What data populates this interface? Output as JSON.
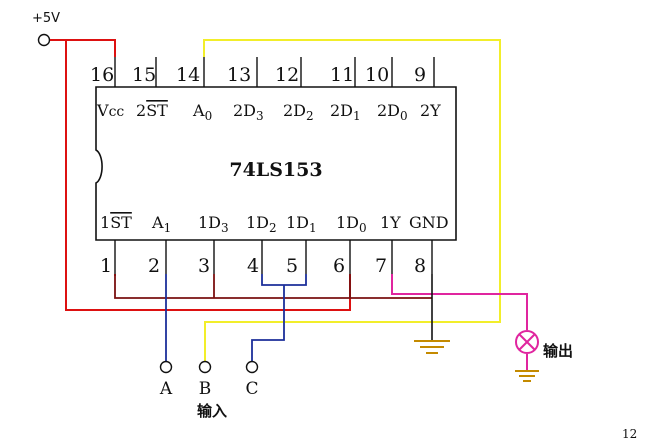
{
  "supply_label": "+5V",
  "chip": {
    "name": "74LS153",
    "top_pins": [
      {
        "num": "16",
        "name": "Vcc"
      },
      {
        "num": "15",
        "name": "2ST"
      },
      {
        "num": "14",
        "name": "A0"
      },
      {
        "num": "13",
        "name": "2D3"
      },
      {
        "num": "12",
        "name": "2D2"
      },
      {
        "num": "11",
        "name": "2D1"
      },
      {
        "num": "10",
        "name": "2D0"
      },
      {
        "num": "9",
        "name": "2Y"
      }
    ],
    "bottom_pins": [
      {
        "num": "1",
        "name": "1ST"
      },
      {
        "num": "2",
        "name": "A1"
      },
      {
        "num": "3",
        "name": "1D3"
      },
      {
        "num": "4",
        "name": "1D2"
      },
      {
        "num": "5",
        "name": "1D1"
      },
      {
        "num": "6",
        "name": "1D0"
      },
      {
        "num": "7",
        "name": "1Y"
      },
      {
        "num": "8",
        "name": "GND"
      }
    ]
  },
  "inputs": {
    "a": "A",
    "b": "B",
    "c": "C",
    "group_label": "输入"
  },
  "output_label": "输出",
  "page_number": "12",
  "colors": {
    "red": "#dd1111",
    "yellow": "#f2ee2a",
    "blue": "#1c2f9a",
    "dark_red": "#7a1010",
    "magenta": "#e0259f",
    "ground": "#c48a00",
    "ink": "#111111"
  }
}
